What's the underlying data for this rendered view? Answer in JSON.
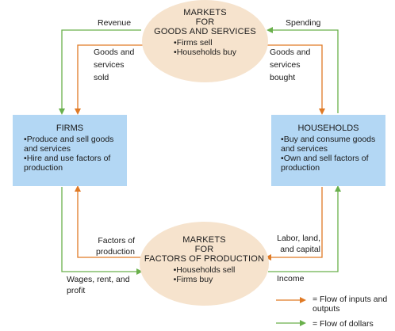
{
  "colors": {
    "goods_flow": "#e07a25",
    "money_flow": "#6ab04c",
    "ellipse_fill": "#f6e3cd",
    "box_fill": "#b3d7f4"
  },
  "markets_goods": {
    "title_lines": [
      "MARKETS",
      "FOR",
      "GOODS AND SERVICES"
    ],
    "items": [
      "Firms sell",
      "Households buy"
    ]
  },
  "markets_factors": {
    "title_lines": [
      "MARKETS",
      "FOR",
      "FACTORS OF PRODUCTION"
    ],
    "items": [
      "Households sell",
      "Firms buy"
    ]
  },
  "firms": {
    "title": "FIRMS",
    "items": [
      "Produce and sell goods and services",
      "Hire and use factors of production"
    ]
  },
  "households": {
    "title": "HOUSEHOLDS",
    "items": [
      "Buy and consume goods and services",
      "Own and sell factors of production"
    ]
  },
  "labels": {
    "revenue": "Revenue",
    "spending": "Spending",
    "goods_sold": "Goods and services sold",
    "goods_bought": "Goods and services bought",
    "factors_of_production": "Factors of production",
    "labor_land_capital": "Labor, land, and capital",
    "wages_rent_profit": "Wages, rent, and profit",
    "income": "Income"
  },
  "legend": {
    "inputs_outputs": "= Flow of inputs and outputs",
    "dollars": "= Flow of dollars"
  }
}
